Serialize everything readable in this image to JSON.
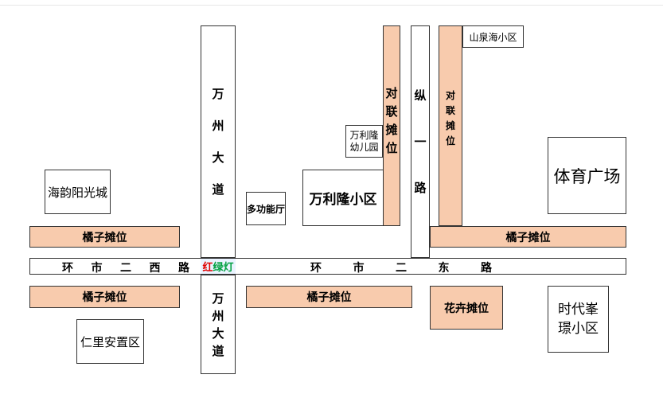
{
  "roads": {
    "wanzhou_upper": "万州大道",
    "wanzhou_lower": "万州大道",
    "zongyi": "纵一路",
    "huanshi_west": "环市二西路",
    "huanshi_east": "环市二东路"
  },
  "traffic_light": {
    "red": "红",
    "green": "绿灯"
  },
  "places": {
    "shanquanhai": "山泉海小区",
    "wanlilong_kindergarten_1": "万利隆",
    "wanlilong_kindergarten_2": "幼儿园",
    "tiyu_guangchang": "体育广场",
    "haiyun": "海韵阳光城",
    "duogongneng": "多功能厅",
    "wanlilong": "万利隆小区",
    "renli": "仁里安置区",
    "shidai_1": "时代峯",
    "shidai_2": "璟小区"
  },
  "stalls": {
    "couplet_left": "对联摊位",
    "couplet_right": "对联摊位",
    "orange_west_upper": "橘子摊位",
    "orange_east_upper": "橘子摊位",
    "orange_west_lower": "橘子摊位",
    "orange_mid_lower": "橘子摊位",
    "flower": "花卉摊位"
  },
  "colors": {
    "stall_fill": "#f8cbad",
    "border": "#333333",
    "red_text": "#e00000",
    "green_text": "#00a040"
  }
}
